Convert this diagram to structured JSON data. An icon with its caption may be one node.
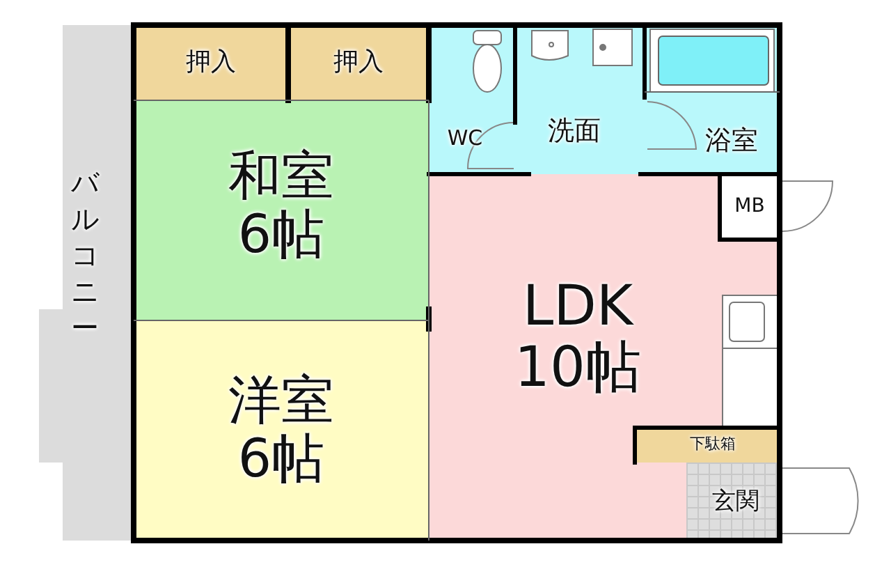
{
  "diagram": {
    "nodes": [
      {
        "text": [
          "バルコニー"
        ]
      },
      {
        "text": [
          "押入"
        ]
      },
      {
        "text": [
          "押入"
        ]
      },
      {
        "text": [
          "WC"
        ]
      },
      {
        "text": [
          "洗面"
        ]
      },
      {
        "text": [
          "浴室"
        ]
      },
      {
        "text": [
          "和室",
          "6帖"
        ]
      },
      {
        "text": [
          "LDK",
          "10帖"
        ]
      },
      {
        "text": [
          "MB"
        ],
        "in": 7
      },
      {
        "text": [
          "洋室",
          "6帖"
        ]
      },
      {
        "text": [
          "下駄箱"
        ],
        "in": 7
      },
      {
        "text": [
          "玄関"
        ],
        "in": 7
      }
    ]
  }
}
